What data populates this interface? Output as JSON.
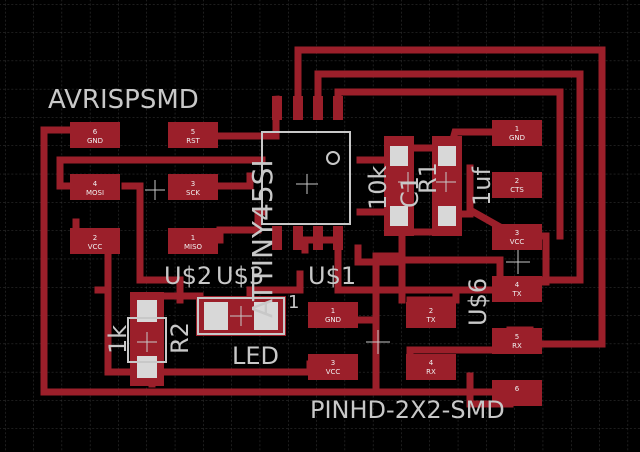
{
  "labels": {
    "avrisp": "AVRISPSMD",
    "attiny": "ATTINY45SI",
    "u1": "U$1",
    "u2": "U$2",
    "u3": "U$3",
    "u6": "U$6",
    "r1": "R1",
    "r2": "R2",
    "c1": "C1",
    "ten_k": "10k",
    "one_k": "1k",
    "one_uf": "1uf",
    "led": "LED",
    "pin1": "1",
    "pinhd": "PINHD-2X2-SMD"
  },
  "isp_pads": {
    "p6": {
      "num": "6",
      "name": "GND"
    },
    "p5": {
      "num": "5",
      "name": "RST"
    },
    "p4": {
      "num": "4",
      "name": "MOSI"
    },
    "p3": {
      "num": "3",
      "name": "SCK"
    },
    "p2": {
      "num": "2",
      "name": "VCC"
    },
    "p1": {
      "num": "1",
      "name": "MISO"
    }
  },
  "ftdi_pads": {
    "p1": {
      "num": "1",
      "name": "GND"
    },
    "p2": {
      "num": "2",
      "name": "CTS"
    },
    "p3": {
      "num": "3",
      "name": "VCC"
    },
    "p4": {
      "num": "4",
      "name": "TX"
    },
    "p5": {
      "num": "5",
      "name": "RX"
    },
    "p6": {
      "num": "6",
      "name": ""
    }
  },
  "header_pads": {
    "p1": {
      "num": "1",
      "name": "GND"
    },
    "p2": {
      "num": "2",
      "name": "TX"
    },
    "p3": {
      "num": "3",
      "name": "VCC"
    },
    "p4": {
      "num": "4",
      "name": "RX"
    }
  },
  "colors": {
    "background": "#000000",
    "grid": "#3a3a3a",
    "copper": "#9b1f2a",
    "silk": "#c8c8c8",
    "pad_text": "#f0f0f0"
  }
}
